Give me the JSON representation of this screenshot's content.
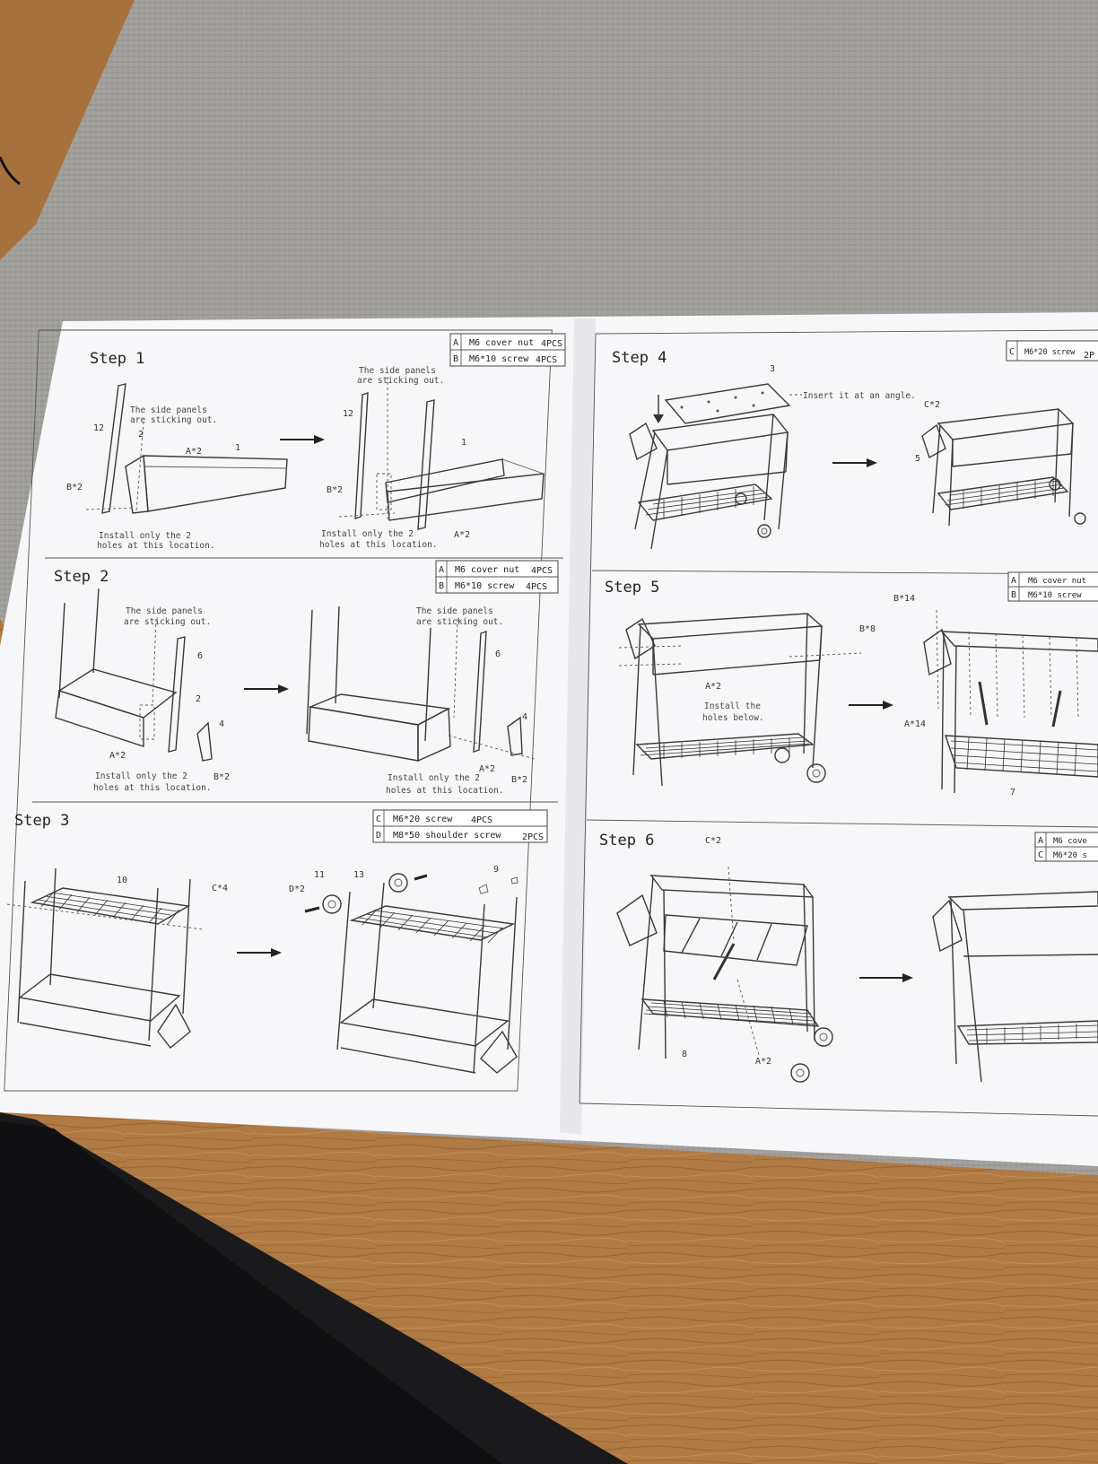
{
  "steps": [
    {
      "title": "Step 1",
      "parts": [
        {
          "code": "A",
          "name": "M6 cover nut",
          "qty": "4PCS"
        },
        {
          "code": "B",
          "name": "M6*10 screw",
          "qty": "4PCS"
        }
      ],
      "notes": {
        "side_a": "The side panels",
        "side_b": "are sticking out.",
        "side2_a": "The side panels",
        "side2_b": "are sticking out.",
        "install_a": "Install only the 2",
        "install_b": "holes at this location.",
        "install2_a": "Install only the 2",
        "install2_b": "holes at this location."
      },
      "labels": {
        "l12": "12",
        "l2": "2",
        "a2": "A*2",
        "l1": "1",
        "b2": "B*2",
        "l12b": "12",
        "b2b": "B*2",
        "l1b": "1",
        "a2b": "A*2"
      }
    },
    {
      "title": "Step 2",
      "parts": [
        {
          "code": "A",
          "name": "M6 cover nut",
          "qty": "4PCS"
        },
        {
          "code": "B",
          "name": "M6*10 screw",
          "qty": "4PCS"
        }
      ],
      "notes": {
        "side_a": "The side panels",
        "side_b": "are sticking out.",
        "side2_a": "The side panels",
        "side2_b": "are sticking out.",
        "install_a": "Install only the 2",
        "install_b": "holes at this location.",
        "install2_a": "Install only the 2",
        "install2_b": "holes at this location."
      },
      "labels": {
        "l6": "6",
        "l2": "2",
        "l4": "4",
        "a2": "A*2",
        "b2": "B*2",
        "l6b": "6",
        "l4b": "4",
        "a2b": "A*2",
        "b2b": "B*2"
      }
    },
    {
      "title": "Step 3",
      "parts": [
        {
          "code": "C",
          "name": "M6*20 screw",
          "qty": "4PCS"
        },
        {
          "code": "D",
          "name": "M8*50 shoulder screw",
          "qty": "2PCS"
        }
      ],
      "labels": {
        "l10": "10",
        "c4": "C*4",
        "d2": "D*2",
        "l11": "11",
        "l13": "13",
        "l9": "9"
      }
    },
    {
      "title": "Step 4",
      "parts": [
        {
          "code": "C",
          "name": "M6*20 screw",
          "qty": "2P"
        }
      ],
      "notes": {
        "angle": "Insert it at an angle."
      },
      "labels": {
        "l3": "3",
        "c2": "C*2",
        "l5": "5"
      }
    },
    {
      "title": "Step 5",
      "parts": [
        {
          "code": "A",
          "name": "M6 cover nut",
          "qty": ""
        },
        {
          "code": "B",
          "name": "M6*10 screw",
          "qty": ""
        }
      ],
      "notes": {
        "install_a": "Install the",
        "install_b": "holes below."
      },
      "labels": {
        "a2": "A*2",
        "b8": "B*8",
        "b14": "B*14",
        "a14": "A*14",
        "l7": "7"
      }
    },
    {
      "title": "Step 6",
      "parts": [
        {
          "code": "A",
          "name": "M6 cove",
          "qty": ""
        },
        {
          "code": "C",
          "name": "M6*20 s",
          "qty": ""
        }
      ],
      "labels": {
        "c2": "C*2",
        "l8": "8",
        "a2": "A*2"
      }
    }
  ]
}
